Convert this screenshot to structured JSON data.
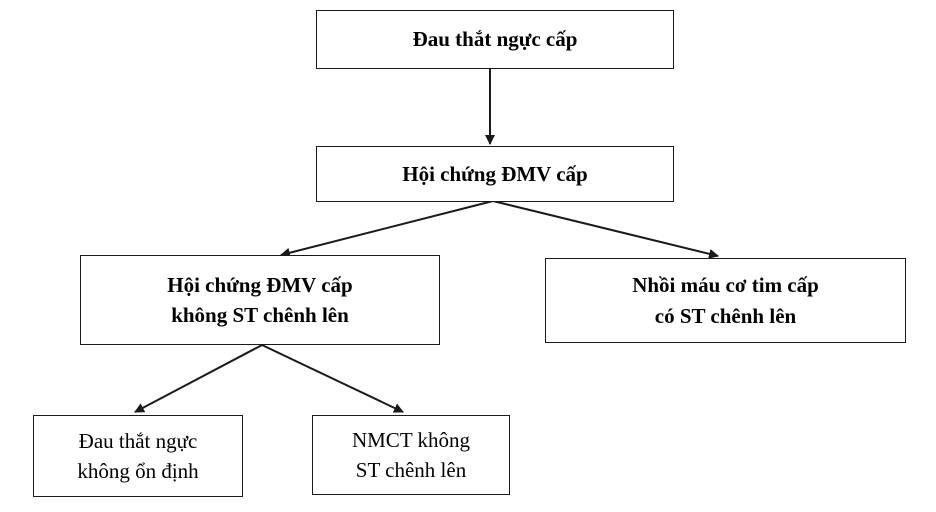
{
  "diagram": {
    "nodes": {
      "root": {
        "lines": [
          "Đau thắt ngực cấp"
        ]
      },
      "acs": {
        "lines": [
          "Hội chứng ĐMV cấp"
        ]
      },
      "nste_acs": {
        "lines": [
          "Hội chứng ĐMV cấp",
          "không ST chênh lên"
        ]
      },
      "stemi": {
        "lines": [
          "Nhồi máu cơ tim cấp",
          "có ST chênh lên"
        ]
      },
      "unstable_angina": {
        "lines": [
          "Đau thắt ngực",
          "không ổn định"
        ]
      },
      "nstemi": {
        "lines": [
          "NMCT không",
          "ST chênh lên"
        ]
      }
    },
    "edges": [
      {
        "from": "root",
        "to": "acs"
      },
      {
        "from": "acs",
        "to": "nste_acs"
      },
      {
        "from": "acs",
        "to": "stemi"
      },
      {
        "from": "nste_acs",
        "to": "unstable_angina"
      },
      {
        "from": "nste_acs",
        "to": "nstemi"
      }
    ],
    "colors": {
      "stroke": "#1a1a1a",
      "text": "#000000",
      "background": "#ffffff"
    }
  }
}
